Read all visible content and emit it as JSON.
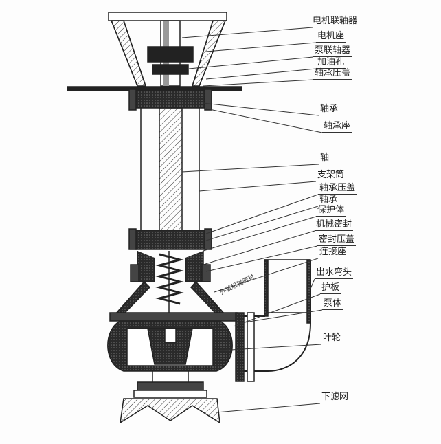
{
  "labels": [
    "电机联轴器",
    "电机座",
    "泵联轴器",
    "加油孔",
    "轴承压盖",
    "轴承",
    "轴承座",
    "轴",
    "支架筒",
    "轴承压盖",
    "轴承",
    "保护体",
    "机械密封",
    "密封压盖",
    "连接座",
    "出水弯头",
    "护板",
    "泵体",
    "叶轮",
    "下滤网"
  ],
  "inline_label": "外装机械密封"
}
